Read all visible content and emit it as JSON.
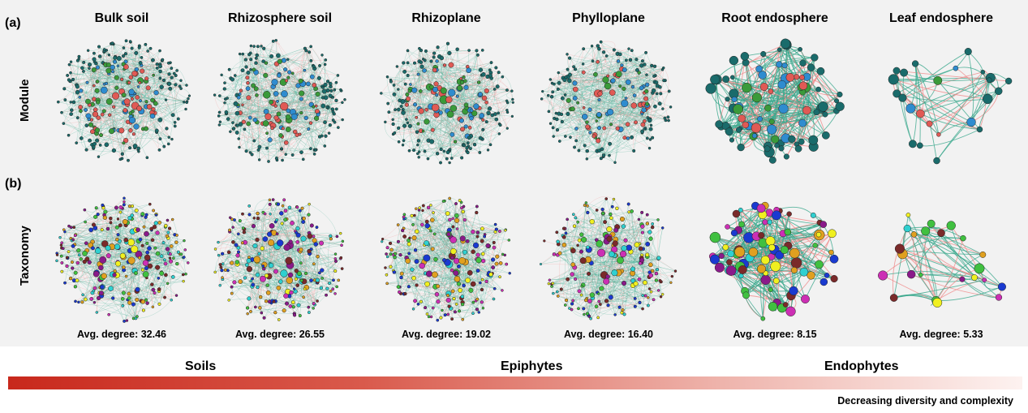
{
  "panels": {
    "a_label": "(a)",
    "b_label": "(b)",
    "row_a_title": "Module",
    "row_b_title": "Taxonomy"
  },
  "compartments": [
    {
      "name": "Bulk soil",
      "degree_text": "Avg. degree: 32.46",
      "avg_degree": 32.46
    },
    {
      "name": "Rhizosphere soil",
      "degree_text": "Avg. degree: 26.55",
      "avg_degree": 26.55
    },
    {
      "name": "Rhizoplane",
      "degree_text": "Avg. degree: 19.02",
      "avg_degree": 19.02
    },
    {
      "name": "Phylloplane",
      "degree_text": "Avg. degree: 16.40",
      "avg_degree": 16.4
    },
    {
      "name": "Root endosphere",
      "degree_text": "Avg. degree: 8.15",
      "avg_degree": 8.15
    },
    {
      "name": "Leaf endosphere",
      "degree_text": "Avg. degree: 5.33",
      "avg_degree": 5.33
    }
  ],
  "gradient": {
    "zones": [
      "Soils",
      "Epiphytes",
      "Endophytes"
    ],
    "caption": "Decreasing diversity and complexity",
    "colors": [
      "#c8281c",
      "#fdf2f0"
    ]
  },
  "colors": {
    "edge_positive": "#3aa88c",
    "edge_negative": "#f08a8a",
    "module_palette": [
      "#e05a55",
      "#3a9a3a",
      "#2f8ccf",
      "#1a6b6b",
      "#999999"
    ],
    "taxonomy_palette": [
      "#cc2fb4",
      "#8a1a8a",
      "#e0a020",
      "#f0f020",
      "#1a3ad0",
      "#2fd0d0",
      "#40c040",
      "#7a2a2a"
    ]
  }
}
